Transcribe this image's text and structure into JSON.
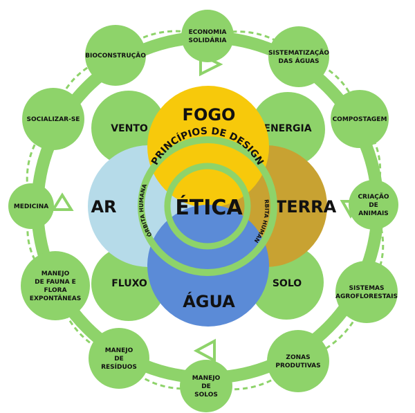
{
  "colors": {
    "green": "#8ed36a",
    "dashed_green": "#8ed36a",
    "fogo": "#f7c90b",
    "terra": "#c8a232",
    "ar": "#b6dbe9",
    "agua": "#5b8bd7",
    "ring": "#8ed36a"
  },
  "core": {
    "label": "ÉTICA",
    "principles": "PRINCÍPIOS DE DESIGN",
    "orbit_left": "ÓRBITA HUMANA",
    "orbit_right": "ÓRBITA HUMANA"
  },
  "elements": {
    "fogo": "FOGO",
    "ar": "AR",
    "terra": "TERRA",
    "agua": "ÁGUA"
  },
  "ring_nodes": {
    "vento": "VENTO",
    "energia": "ENERGIA",
    "fluxo": "FLUXO",
    "solo": "SOLO"
  },
  "satellites": [
    {
      "id": "economia-solidaria",
      "lines": [
        "ECONOMIA",
        "SOLIDÁRIA"
      ]
    },
    {
      "id": "sistematizacao-aguas",
      "lines": [
        "SISTEMATIZAÇÃO",
        "DAS ÁGUAS"
      ]
    },
    {
      "id": "compostagem",
      "lines": [
        "COMPOSTAGEM"
      ]
    },
    {
      "id": "criacao-animais",
      "lines": [
        "CRIAÇÃO",
        "DE",
        "ANIMAIS"
      ]
    },
    {
      "id": "sistemas-agroflorestais",
      "lines": [
        "SISTEMAS",
        "AGROFLORESTAIS"
      ]
    },
    {
      "id": "zonas-produtivas",
      "lines": [
        "ZONAS",
        "PRODUTIVAS"
      ]
    },
    {
      "id": "manejo-solos",
      "lines": [
        "MANEJO",
        "DE",
        "SOLOS"
      ]
    },
    {
      "id": "manejo-residuos",
      "lines": [
        "MANEJO",
        "DE",
        "RESÍDUOS"
      ]
    },
    {
      "id": "manejo-fauna-flora",
      "lines": [
        "MANEJO",
        "DE FAUNA E",
        "FLORA",
        "EXPONTÂNEAS"
      ]
    },
    {
      "id": "medicina",
      "lines": [
        "MEDICINA"
      ]
    },
    {
      "id": "socializar-se",
      "lines": [
        "SOCIALIZAR-SE"
      ]
    },
    {
      "id": "bioconstrucao",
      "lines": [
        "BIOCONSTRUÇÃO"
      ]
    }
  ]
}
